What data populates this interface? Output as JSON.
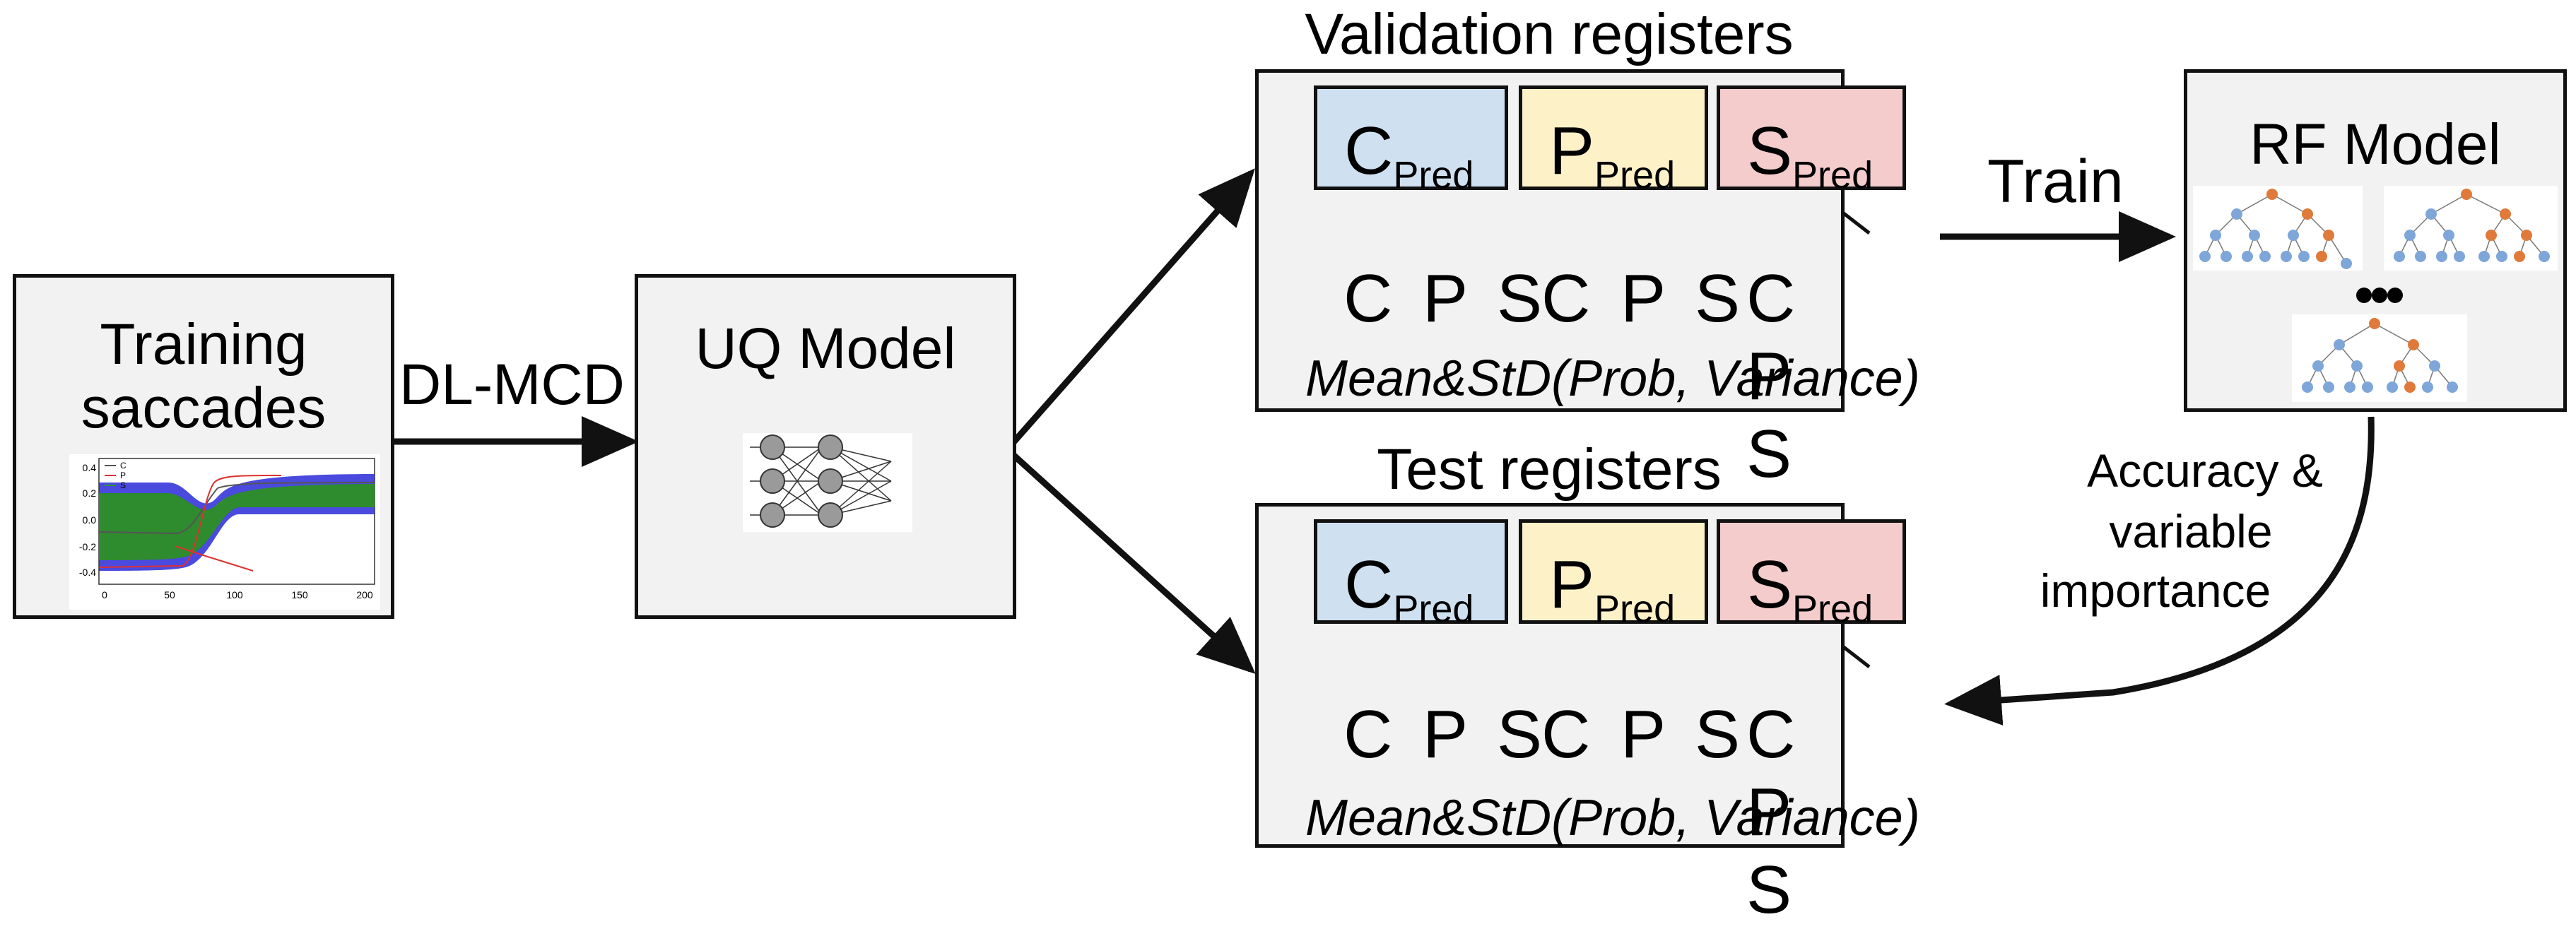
{
  "training": {
    "title_line1": "Training",
    "title_line2": "saccades",
    "plot": {
      "legend": [
        "C",
        "P",
        "S"
      ],
      "legend_colors": [
        "#555555",
        "#e03030",
        "#2a9a2a"
      ],
      "yticks": [
        "0.4",
        "0.2",
        "0.0",
        "-0.2",
        "-0.4"
      ],
      "xticks": [
        "0",
        "50",
        "100",
        "150",
        "200"
      ]
    }
  },
  "arrow_label_dlmcd": "DL-MCD",
  "uq": {
    "title": "UQ Model"
  },
  "validation": {
    "heading": "Validation registers",
    "caption": "Mean&StD(Prob, Variance)"
  },
  "test": {
    "heading": "Test registers",
    "caption": "Mean&StD(Prob, Variance)"
  },
  "pred_boxes": [
    {
      "letter": "C",
      "sub": "Pred",
      "color": "#cfe0f0"
    },
    {
      "letter": "P",
      "sub": "Pred",
      "color": "#fdf1c8"
    },
    {
      "letter": "S",
      "sub": "Pred",
      "color": "#f4cccc"
    }
  ],
  "cps_labels": "C P S",
  "train_label": "Train",
  "rf": {
    "title": "RF Model"
  },
  "feedback_label": {
    "line1": "Accuracy &",
    "line2": "variable",
    "line3": "importance"
  },
  "colors": {
    "box_fill": "#f2f2f2",
    "tree_blue": "#7ea6d8",
    "tree_orange": "#e07a3a",
    "nn_node": "#9a9a9a"
  }
}
